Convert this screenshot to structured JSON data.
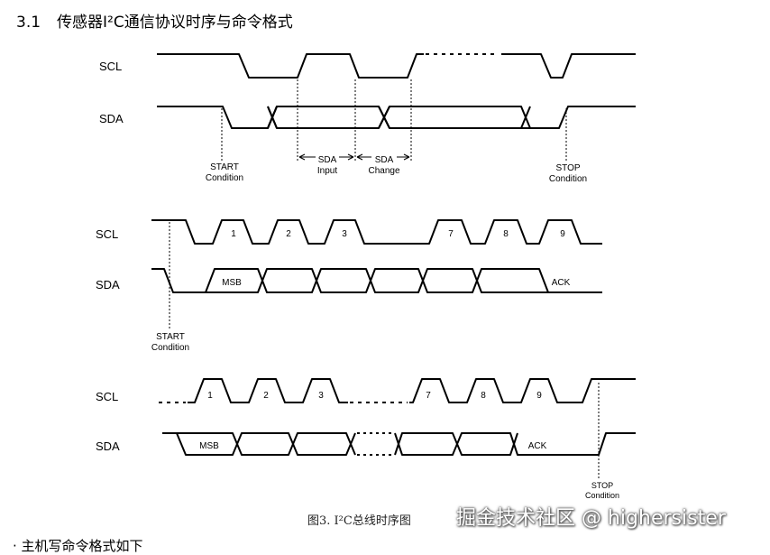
{
  "section": {
    "number": "3.1",
    "title": "传感器I²C通信协议时序与命令格式"
  },
  "diagram1": {
    "scl": "SCL",
    "sda": "SDA",
    "start_line1": "START",
    "start_line2": "Condition",
    "sda_input_line1": "SDA",
    "sda_input_line2": "Input",
    "sda_change_line1": "SDA",
    "sda_change_line2": "Change",
    "stop_line1": "STOP",
    "stop_line2": "Condition"
  },
  "diagram2": {
    "scl": "SCL",
    "sda": "SDA",
    "clock_labels": [
      "1",
      "2",
      "3",
      "7",
      "8",
      "9"
    ],
    "msb": "MSB",
    "ack": "ACK",
    "start_line1": "START",
    "start_line2": "Condition"
  },
  "diagram3": {
    "scl": "SCL",
    "sda": "SDA",
    "clock_labels": [
      "1",
      "2",
      "3",
      "7",
      "8",
      "9"
    ],
    "msb": "MSB",
    "ack": "ACK",
    "stop_line1": "STOP",
    "stop_line2": "Condition"
  },
  "figure_caption": "图3. I²C总线时序图",
  "watermark": "掘金技术社区 @ highersister",
  "cutoff_text": "· 主机写命令格式如下"
}
